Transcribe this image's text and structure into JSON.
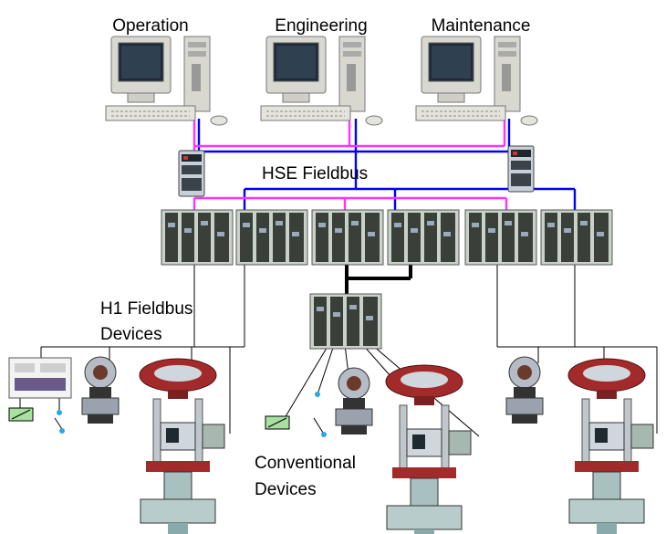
{
  "workstations": [
    {
      "label": "Operation"
    },
    {
      "label": "Engineering"
    },
    {
      "label": "Maintenance"
    }
  ],
  "labels": {
    "hse": "HSE Fieldbus",
    "h1_line1": "H1 Fieldbus",
    "h1_line2": "Devices",
    "conv_line1": "Conventional",
    "conv_line2": "Devices"
  },
  "colors": {
    "network_a": "#ff33ff",
    "network_b": "#0000ff",
    "h1_cable": "#000000",
    "rack_dark": "#3a3f3a",
    "rack_light": "#c9d2c9",
    "valve_red": "#a32a2a",
    "pc_beige": "#d8d8d0",
    "screen": "#1e2a3a",
    "io_green": "#a8e0a0",
    "io_dot": "#29a8e0"
  },
  "icons": {
    "workstation": "desktop-pc-icon",
    "switch": "ethernet-switch-icon",
    "controller": "controller-rack-icon",
    "transmitter": "pressure-transmitter-icon",
    "valve": "control-valve-icon",
    "recorder": "panel-recorder-icon",
    "io": "conventional-io-icon"
  }
}
